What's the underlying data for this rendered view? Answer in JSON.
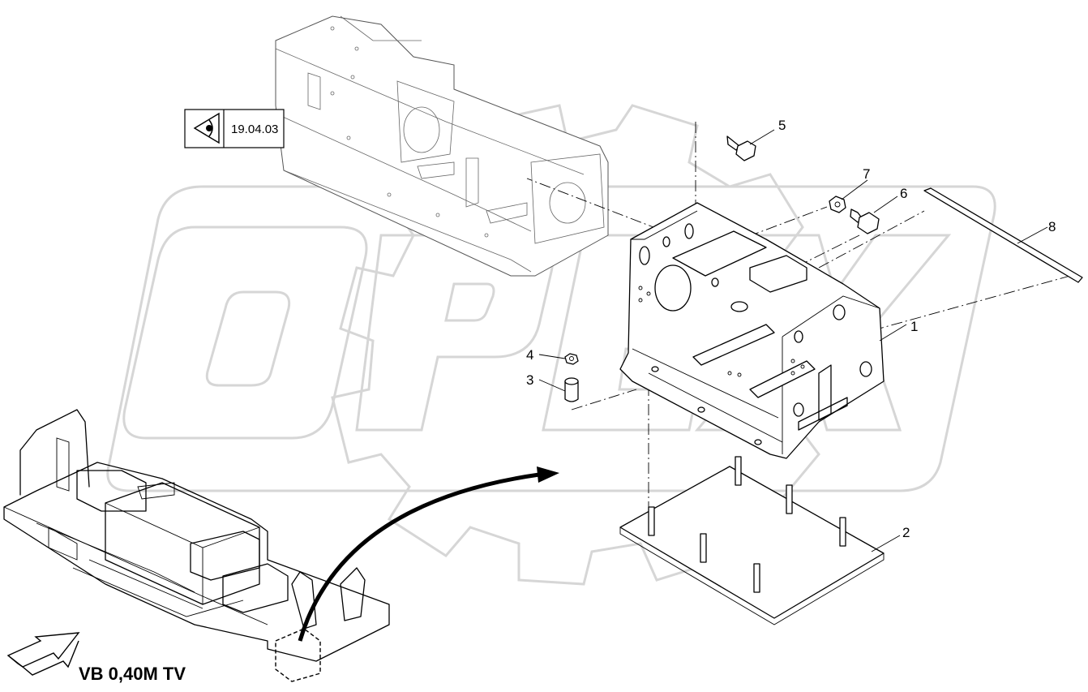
{
  "reference_box": {
    "label": "19.04.03",
    "icon": "eye-view-icon"
  },
  "caption": "VB 0,40M TV",
  "callouts": [
    {
      "id": "1",
      "label": "1"
    },
    {
      "id": "2",
      "label": "2"
    },
    {
      "id": "3",
      "label": "3"
    },
    {
      "id": "4",
      "label": "4"
    },
    {
      "id": "5",
      "label": "5"
    },
    {
      "id": "6",
      "label": "6"
    },
    {
      "id": "7",
      "label": "7"
    },
    {
      "id": "8",
      "label": "8"
    }
  ],
  "watermark": {
    "text": "OPEX",
    "color": "#d6d6d6"
  },
  "colors": {
    "line": "#000000",
    "background": "#ffffff"
  }
}
